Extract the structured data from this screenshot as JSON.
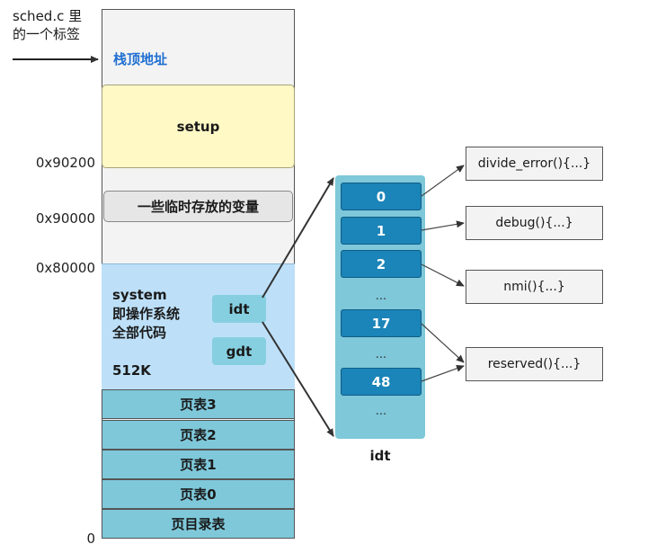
{
  "note": {
    "line1": "sched.c 里",
    "line2": "的一个标签"
  },
  "memory": {
    "top_label": "栈顶地址",
    "setup": "setup",
    "vars": "一些临时存放的变量",
    "system": {
      "line1": "system",
      "line2": "即操作系统",
      "line3": "全部代码",
      "size": "512K"
    },
    "tags": {
      "idt": "idt",
      "gdt": "gdt"
    },
    "page_tables": [
      "页表3",
      "页表2",
      "页表1",
      "页表0",
      "页目录表"
    ]
  },
  "addresses": {
    "a90200": "0x90200",
    "a90000": "0x90000",
    "a80000": "0x80000",
    "zero": "0"
  },
  "idt_table": {
    "caption": "idt",
    "entries": [
      "0",
      "1",
      "2",
      "17",
      "48"
    ],
    "ellipsis": "..."
  },
  "handlers": [
    "divide_error(){...}",
    "debug(){...}",
    "nmi(){...}",
    "reserved(){...}"
  ],
  "colors": {
    "accent_blue": "#1f6fd1",
    "setup_fill": "#fff9c6",
    "system_fill": "#bde0f8",
    "table_fill": "#7ec8da",
    "entry_fill": "#1b84b8"
  }
}
